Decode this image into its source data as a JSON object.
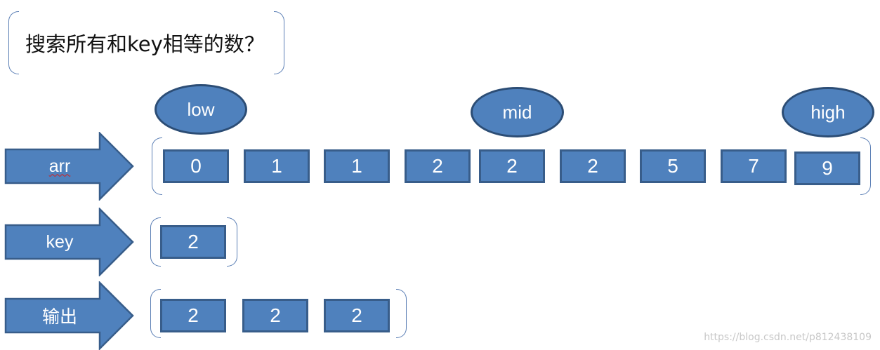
{
  "question": "搜索所有和key相等的数？",
  "pointers": {
    "low": "low",
    "mid": "mid",
    "high": "high"
  },
  "rows": {
    "arr": {
      "label": "arr",
      "values": [
        "0",
        "1",
        "1",
        "2",
        "2",
        "2",
        "5",
        "7",
        "9"
      ]
    },
    "key": {
      "label": "key",
      "values": [
        "2"
      ]
    },
    "output": {
      "label": "输出",
      "values": [
        "2",
        "2",
        "2"
      ]
    }
  },
  "watermark": "https://blog.csdn.net/p812438109",
  "colors": {
    "fill": "#4f81bd",
    "stroke": "#385d8a",
    "bracket": "#5b7fb5"
  }
}
